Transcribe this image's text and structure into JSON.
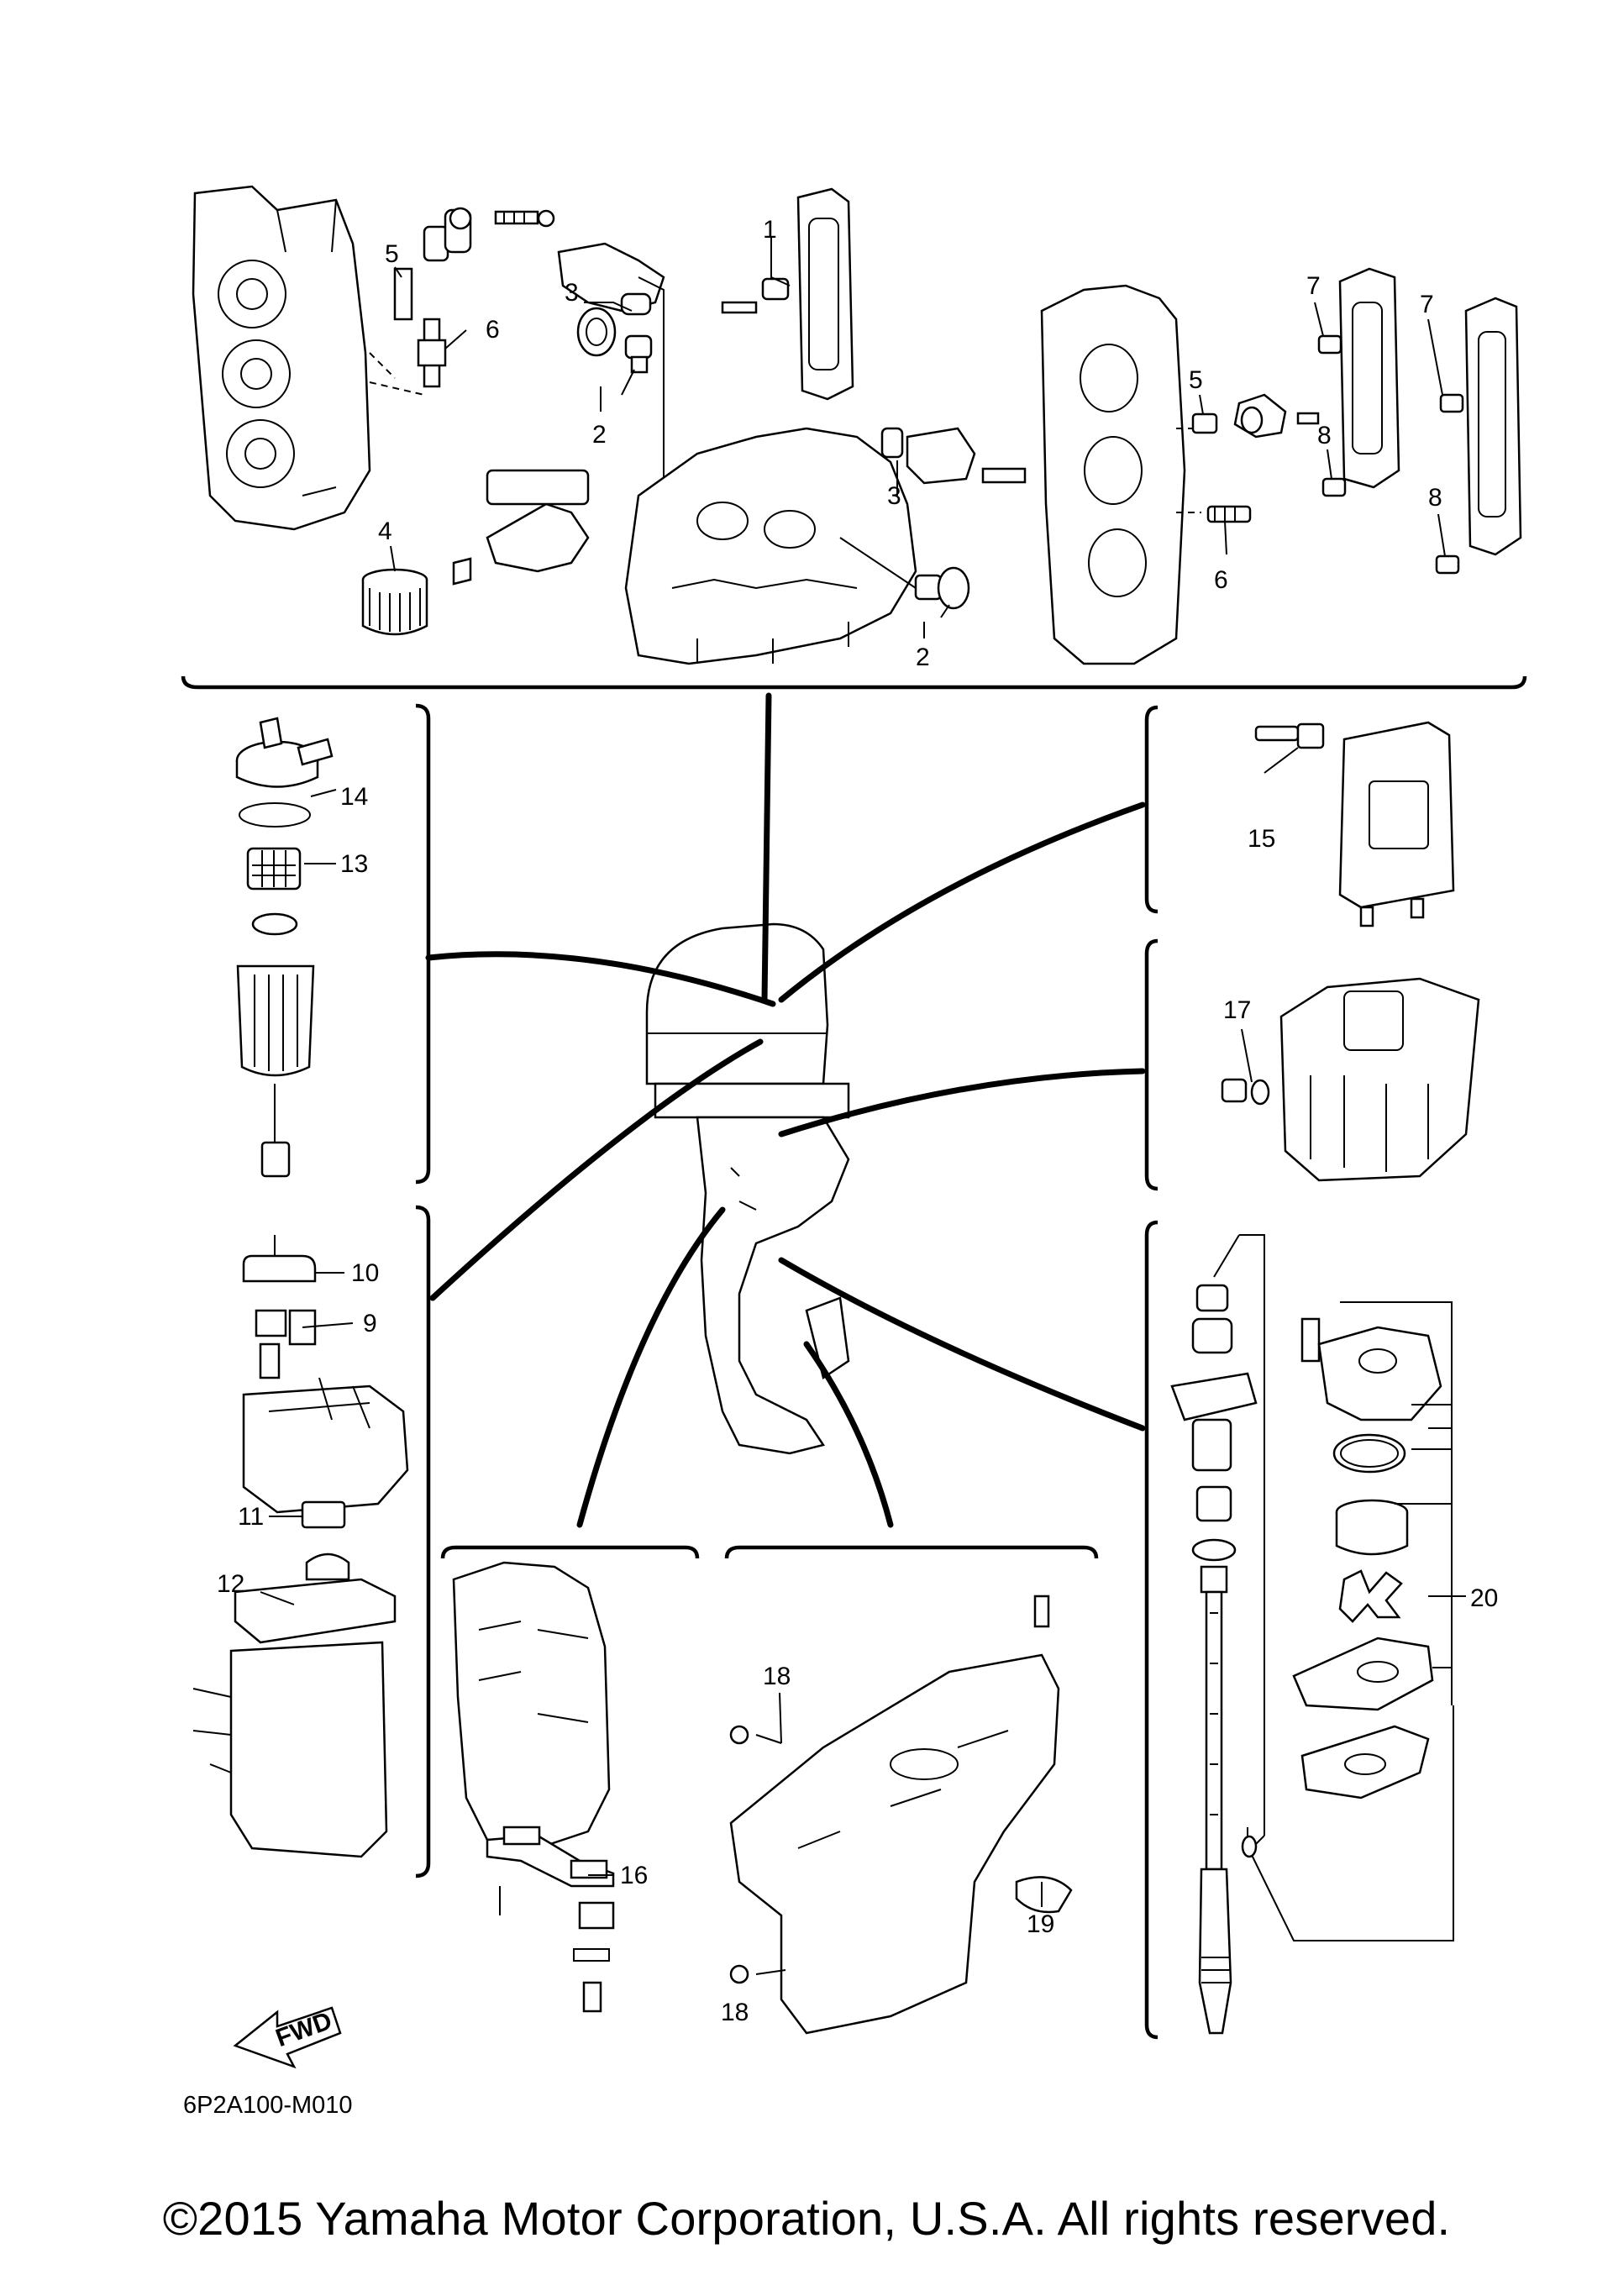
{
  "diagram": {
    "callouts": [
      {
        "id": "c1",
        "text": "1"
      },
      {
        "id": "c2a",
        "text": "2"
      },
      {
        "id": "c2b",
        "text": "2"
      },
      {
        "id": "c3a",
        "text": "3"
      },
      {
        "id": "c3b",
        "text": "3"
      },
      {
        "id": "c4",
        "text": "4"
      },
      {
        "id": "c5a",
        "text": "5"
      },
      {
        "id": "c5b",
        "text": "5"
      },
      {
        "id": "c6a",
        "text": "6"
      },
      {
        "id": "c6b",
        "text": "6"
      },
      {
        "id": "c7a",
        "text": "7"
      },
      {
        "id": "c7b",
        "text": "7"
      },
      {
        "id": "c8a",
        "text": "8"
      },
      {
        "id": "c8b",
        "text": "8"
      },
      {
        "id": "c9",
        "text": "9"
      },
      {
        "id": "c10",
        "text": "10"
      },
      {
        "id": "c11",
        "text": "11"
      },
      {
        "id": "c12",
        "text": "12"
      },
      {
        "id": "c13",
        "text": "13"
      },
      {
        "id": "c14",
        "text": "14"
      },
      {
        "id": "c15",
        "text": "15"
      },
      {
        "id": "c16",
        "text": "16"
      },
      {
        "id": "c17",
        "text": "17"
      },
      {
        "id": "c18a",
        "text": "18"
      },
      {
        "id": "c18b",
        "text": "18"
      },
      {
        "id": "c19",
        "text": "19"
      },
      {
        "id": "c20",
        "text": "20"
      }
    ],
    "drawing_code": "6P2A100-M010",
    "fwd_label": "FWD"
  },
  "footer": {
    "copyright": "©2015 Yamaha Motor Corporation, U.S.A. All rights reserved."
  }
}
